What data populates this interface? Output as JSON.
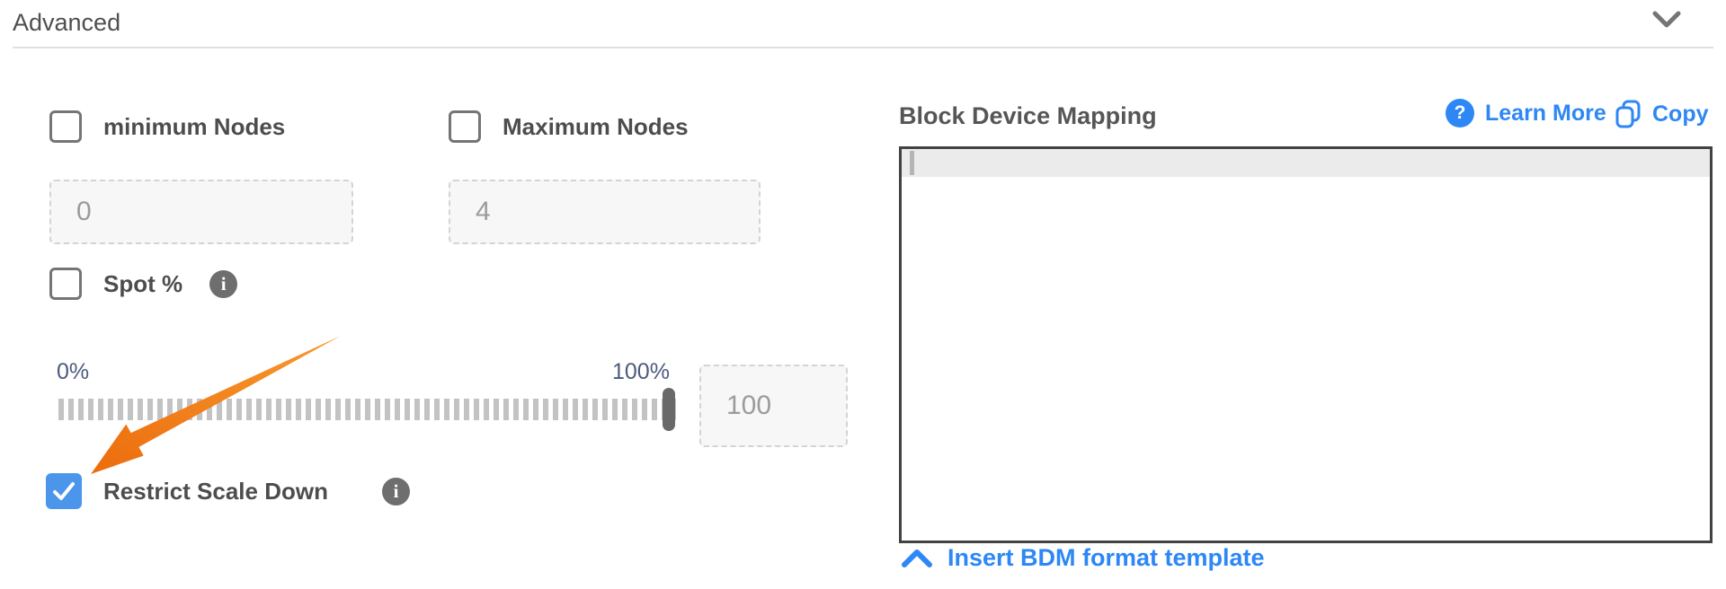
{
  "header": {
    "title": "Advanced"
  },
  "form": {
    "min_nodes": {
      "label": "minimum Nodes",
      "value": "0",
      "checked": false
    },
    "max_nodes": {
      "label": "Maximum Nodes",
      "value": "4",
      "checked": false
    },
    "spot": {
      "label": "Spot %",
      "checked": false
    },
    "slider": {
      "min_label": "0%",
      "max_label": "100%",
      "value": "100"
    },
    "restrict_scale_down": {
      "label": "Restrict Scale Down",
      "checked": true
    }
  },
  "bdm": {
    "title": "Block Device Mapping",
    "learn_more_label": "Learn More",
    "copy_label": "Copy",
    "editor_content": "",
    "insert_template_label": "Insert BDM format template"
  },
  "icons": {
    "header_collapse": "chevron-down-icon",
    "spot_help": "info-icon",
    "restrict_help": "info-icon",
    "learn_more": "question-circle-icon",
    "copy": "copy-icon",
    "insert_template": "chevron-up-icon",
    "annotation": "orange-arrow"
  },
  "colors": {
    "link_blue": "#2d87f5",
    "checkbox_checked_blue": "#4b96ea",
    "arrow_orange": "#f4761a",
    "slider_label_slate": "#4c5b7c",
    "editor_border": "#424242",
    "active_line_gray": "#ebebeb"
  }
}
